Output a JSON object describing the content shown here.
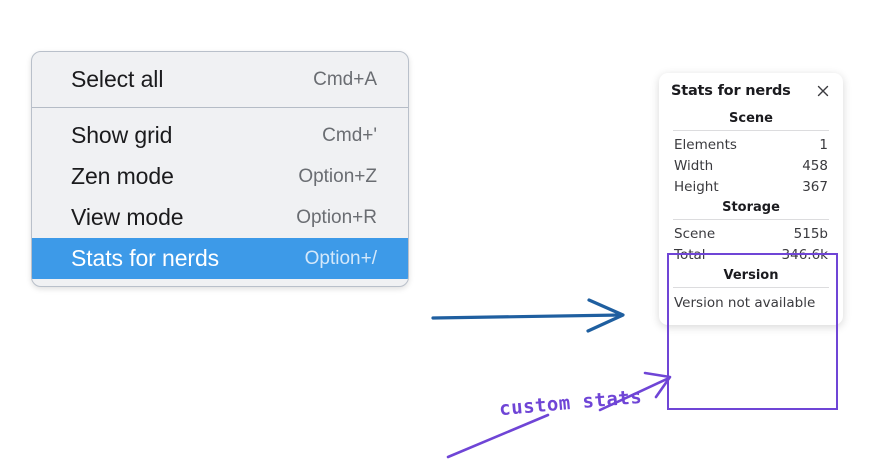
{
  "menu": {
    "name": "canvas-context-menu",
    "sections": [
      {
        "items": [
          {
            "label": "Select all",
            "shortcut": "Cmd+A",
            "selected": false
          }
        ]
      },
      {
        "items": [
          {
            "label": "Show grid",
            "shortcut": "Cmd+'",
            "selected": false
          },
          {
            "label": "Zen mode",
            "shortcut": "Option+Z",
            "selected": false
          },
          {
            "label": "View mode",
            "shortcut": "Option+R",
            "selected": false
          },
          {
            "label": "Stats for nerds",
            "shortcut": "Option+/",
            "selected": true
          }
        ]
      }
    ]
  },
  "stats_panel": {
    "title": "Stats for nerds",
    "close_icon": "close-icon",
    "sections": [
      {
        "title": "Scene",
        "rows": [
          {
            "label": "Elements",
            "value": "1"
          },
          {
            "label": "Width",
            "value": "458"
          },
          {
            "label": "Height",
            "value": "367"
          }
        ]
      },
      {
        "title": "Storage",
        "rows": [
          {
            "label": "Scene",
            "value": "515b"
          },
          {
            "label": "Total",
            "value": "346.6k"
          }
        ]
      },
      {
        "title": "Version",
        "full_rows": [
          "Version not available"
        ]
      }
    ]
  },
  "annotations": {
    "blue_arrow": "arrow-right-icon",
    "purple_arrow": "arrow-up-right-icon",
    "purple_underline": "underline-stroke",
    "label": "custom stats"
  },
  "colors": {
    "menu_background": "#f0f1f3",
    "menu_border": "#b9c0ca",
    "menu_divider": "#b5bcc6",
    "selection_blue": "#3d9ae8",
    "shortcut_gray": "#6a6d72",
    "panel_white": "#ffffff",
    "highlight_purple": "#6f45d6",
    "annotation_blue": "#1f5fa0",
    "text_dark": "#1b1b1f"
  }
}
